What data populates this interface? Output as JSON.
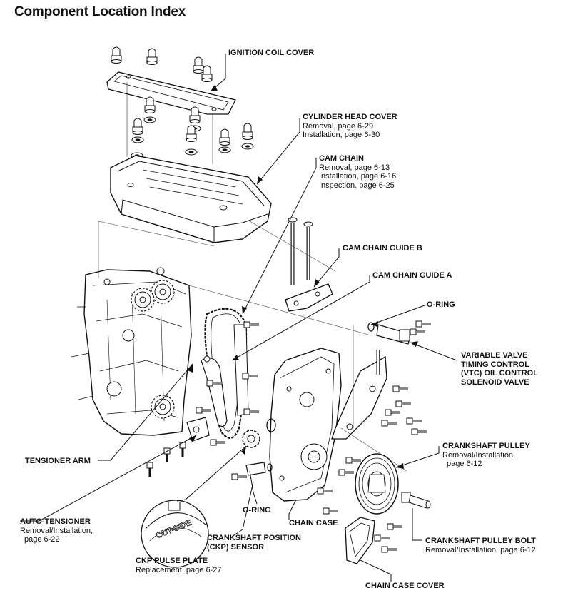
{
  "title": "Component Location Index",
  "labels": {
    "ignition_coil_cover": {
      "name": "IGNITION COIL COVER"
    },
    "cylinder_head_cover": {
      "name": "CYLINDER HEAD COVER",
      "lines": [
        "Removal, page 6-29",
        "Installation, page 6-30"
      ]
    },
    "cam_chain": {
      "name": "CAM CHAIN",
      "lines": [
        "Removal, page 6-13",
        "Installation, page 6-16",
        "Inspection, page 6-25"
      ]
    },
    "cam_chain_guide_b": {
      "name": "CAM CHAIN GUIDE B"
    },
    "cam_chain_guide_a": {
      "name": "CAM CHAIN GUIDE A"
    },
    "o_ring_top": {
      "name": "O-RING"
    },
    "vtc_valve": {
      "name_lines": [
        "VARIABLE VALVE",
        "TIMING CONTROL",
        "(VTC) OIL CONTROL",
        "SOLENOID VALVE"
      ]
    },
    "crankshaft_pulley": {
      "name": "CRANKSHAFT PULLEY",
      "lines": [
        "Removal/Installation,",
        "page 6-12"
      ]
    },
    "tensioner_arm": {
      "name": "TENSIONER ARM"
    },
    "auto_tensioner": {
      "name": "AUTO-TENSIONER",
      "lines": [
        "Removal/Installation,",
        "page 6-22"
      ]
    },
    "o_ring_bottom": {
      "name": "O-RING"
    },
    "chain_case": {
      "name": "CHAIN CASE"
    },
    "ckp_sensor": {
      "name_lines": [
        "CRANKSHAFT POSITION",
        "(CKP) SENSOR"
      ]
    },
    "crankshaft_pulley_bolt": {
      "name": "CRANKSHAFT PULLEY BOLT",
      "lines": [
        "Removal/Installation, page 6-12"
      ]
    },
    "ckp_pulse_plate": {
      "name": "CKP PULSE PLATE",
      "lines": [
        "Replacement, page 6-27"
      ]
    },
    "chain_case_cover": {
      "name": "CHAIN CASE COVER"
    }
  },
  "pulse_plate_marking": "OUT-SIDE"
}
